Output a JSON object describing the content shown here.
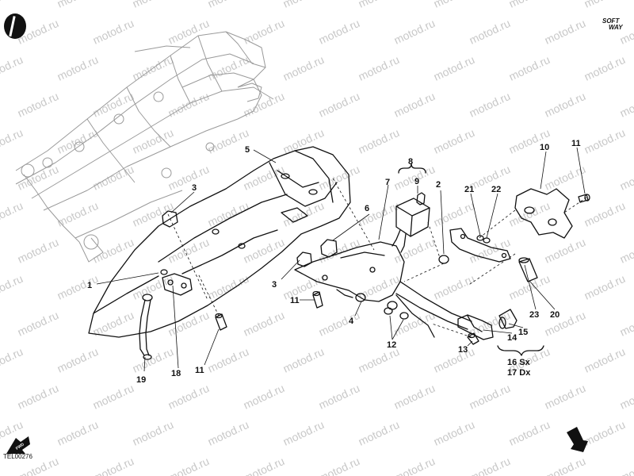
{
  "diagram": {
    "drawing_code": "TEL00276",
    "logo_text": [
      "SOFT",
      "WAY"
    ],
    "watermark": "motod.ru",
    "fwd_label": "FWD",
    "callouts": [
      {
        "id": "c1",
        "text": "1"
      },
      {
        "id": "c2",
        "text": "2"
      },
      {
        "id": "c3a",
        "text": "3"
      },
      {
        "id": "c3b",
        "text": "3"
      },
      {
        "id": "c4",
        "text": "4"
      },
      {
        "id": "c5",
        "text": "5"
      },
      {
        "id": "c6",
        "text": "6"
      },
      {
        "id": "c7",
        "text": "7"
      },
      {
        "id": "c8",
        "text": "8"
      },
      {
        "id": "c9",
        "text": "9"
      },
      {
        "id": "c10",
        "text": "10"
      },
      {
        "id": "c11a",
        "text": "11"
      },
      {
        "id": "c11b",
        "text": "11"
      },
      {
        "id": "c11c",
        "text": "11"
      },
      {
        "id": "c12",
        "text": "12"
      },
      {
        "id": "c13",
        "text": "13"
      },
      {
        "id": "c14",
        "text": "14"
      },
      {
        "id": "c15",
        "text": "15"
      },
      {
        "id": "c16",
        "text": "16 Sx"
      },
      {
        "id": "c17",
        "text": "17 Dx"
      },
      {
        "id": "c18",
        "text": "18"
      },
      {
        "id": "c19",
        "text": "19"
      },
      {
        "id": "c20",
        "text": "20"
      },
      {
        "id": "c21",
        "text": "21"
      },
      {
        "id": "c22",
        "text": "22"
      },
      {
        "id": "c23",
        "text": "23"
      }
    ]
  }
}
